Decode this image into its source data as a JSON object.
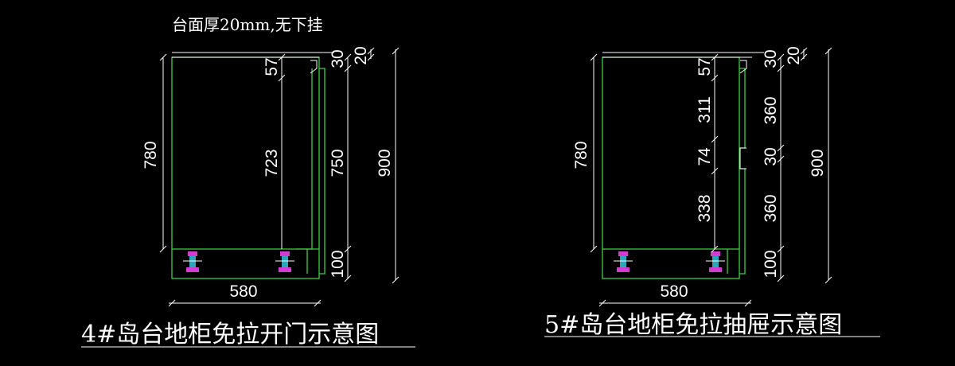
{
  "colors": {
    "background": "#000000",
    "cabinet_line": "#3bd13b",
    "dimension_line": "#ffffff",
    "leg_body": "#2aa7b8",
    "leg_accent": "#d23cd2",
    "text": "#ffffff"
  },
  "left_drawing": {
    "note": "台面厚20mm,无下挂",
    "caption": "4#岛台地柜免拉开门示意图",
    "dims": {
      "height_780": "780",
      "toe_57": "57",
      "height_723": "723",
      "gap_30": "30",
      "door_750": "750",
      "top_20": "20",
      "total_900": "900",
      "plinth_100": "100",
      "width_580": "580"
    }
  },
  "right_drawing": {
    "caption": "5#岛台地柜免拉抽屉示意图",
    "dims": {
      "height_780": "780",
      "toe_57": "57",
      "drawer_311": "311",
      "rail_74": "74",
      "drawer_338": "338",
      "gap_30_top": "30",
      "front_360_top": "360",
      "gap_30_mid": "30",
      "front_360_bottom": "360",
      "top_20": "20",
      "total_900": "900",
      "plinth_100": "100",
      "width_580": "580"
    }
  }
}
